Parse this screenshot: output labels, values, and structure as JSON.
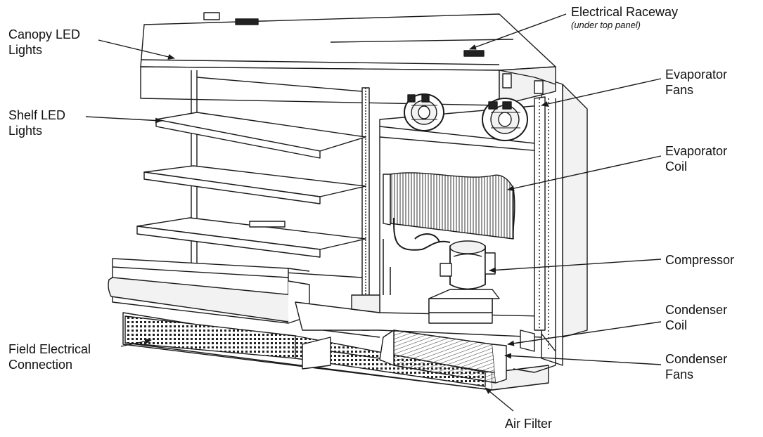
{
  "labels": {
    "canopy_led": {
      "line1": "Canopy LED",
      "line2": "Lights"
    },
    "shelf_led": {
      "line1": "Shelf LED",
      "line2": "Lights"
    },
    "field_electrical": {
      "line1": "Field Electrical",
      "line2": "Connection"
    },
    "electrical_raceway": {
      "line1": "Electrical Raceway",
      "note": "(under top panel)"
    },
    "evaporator_fans": {
      "line1": "Evaporator",
      "line2": "Fans"
    },
    "evaporator_coil": {
      "line1": "Evaporator",
      "line2": "Coil"
    },
    "compressor": {
      "line1": "Compressor"
    },
    "condenser_coil": {
      "line1": "Condenser",
      "line2": "Coil"
    },
    "condenser_fans": {
      "line1": "Condenser",
      "line2": "Fans"
    },
    "air_filter": {
      "line1": "Air Filter"
    }
  },
  "colors": {
    "line": "#1a1a1a",
    "shade": "#d9d9d9",
    "panel": "#f2f2f2"
  }
}
